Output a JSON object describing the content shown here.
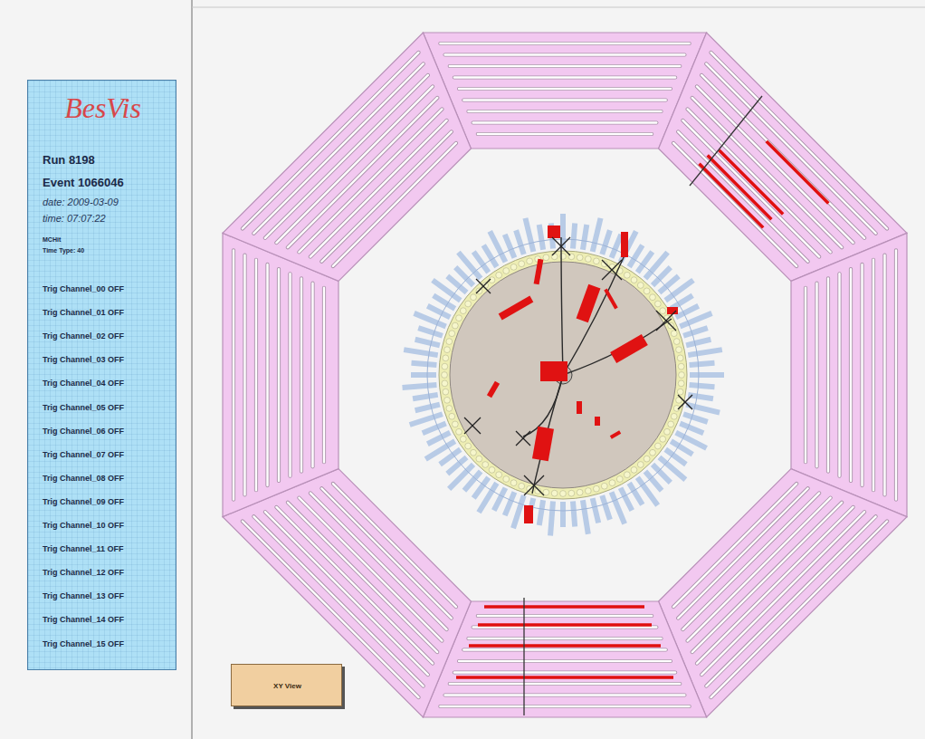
{
  "diagram": {
    "nodes": [
      {
        "text": [
          "BesVis",
          "Run 8198",
          "Event 1066046",
          "date: 2009-03-09",
          "time: 07:07:22",
          "MCHit",
          "Time Type: 40",
          "Trig Channel_00 OFF",
          "Trig Channel_01 OFF",
          "Trig Channel_02 OFF",
          "Trig Channel_03 OFF",
          "Trig Channel_04 OFF",
          "Trig Channel_05 OFF",
          "Trig Channel_06 OFF",
          "Trig Channel_07 OFF",
          "Trig Channel_08 OFF",
          "Trig Channel_09 OFF",
          "Trig Channel_10 OFF",
          "Trig Channel_11 OFF",
          "Trig Channel_12 OFF",
          "Trig Channel_13 OFF",
          "Trig Channel_14 OFF",
          "Trig Channel_15 OFF"
        ]
      },
      {
        "text": [
          "XY View"
        ]
      }
    ]
  }
}
